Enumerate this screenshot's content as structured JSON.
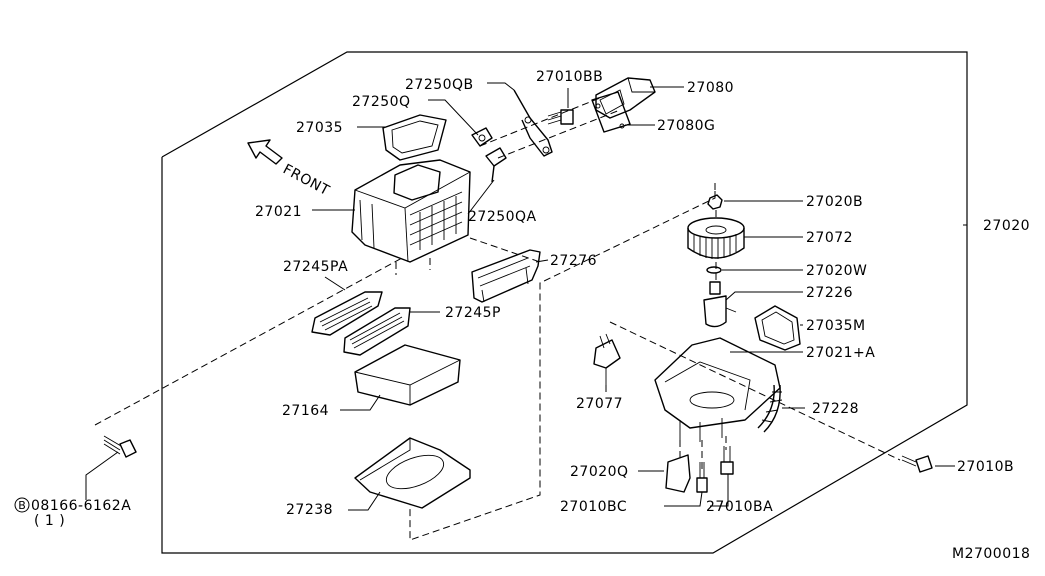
{
  "diagram": {
    "parts": {
      "p27250QB": "27250QB",
      "p27010BB": "27010BB",
      "p27080": "27080",
      "p27250Q": "27250Q",
      "p27035": "27035",
      "p27080G": "27080G",
      "p27021": "27021",
      "p27250QA": "27250QA",
      "p27020B": "27020B",
      "p27020": "27020",
      "p27072": "27072",
      "p27245PA": "27245PA",
      "p27276": "27276",
      "p27020W": "27020W",
      "p27226": "27226",
      "p27245P": "27245P",
      "p27035M": "27035M",
      "p27021A": "27021+A",
      "p27077": "27077",
      "p27164": "27164",
      "p27228": "27228",
      "p27020Q": "27020Q",
      "p27010B": "27010B",
      "p08166": "08166-6162A",
      "p08166qty": "( 1 )",
      "p27238": "27238",
      "p27010BC": "27010BC",
      "p27010BA": "27010BA"
    },
    "bolt_prefix": "B",
    "front_label": "FRONT",
    "figure_code": "M2700018"
  }
}
